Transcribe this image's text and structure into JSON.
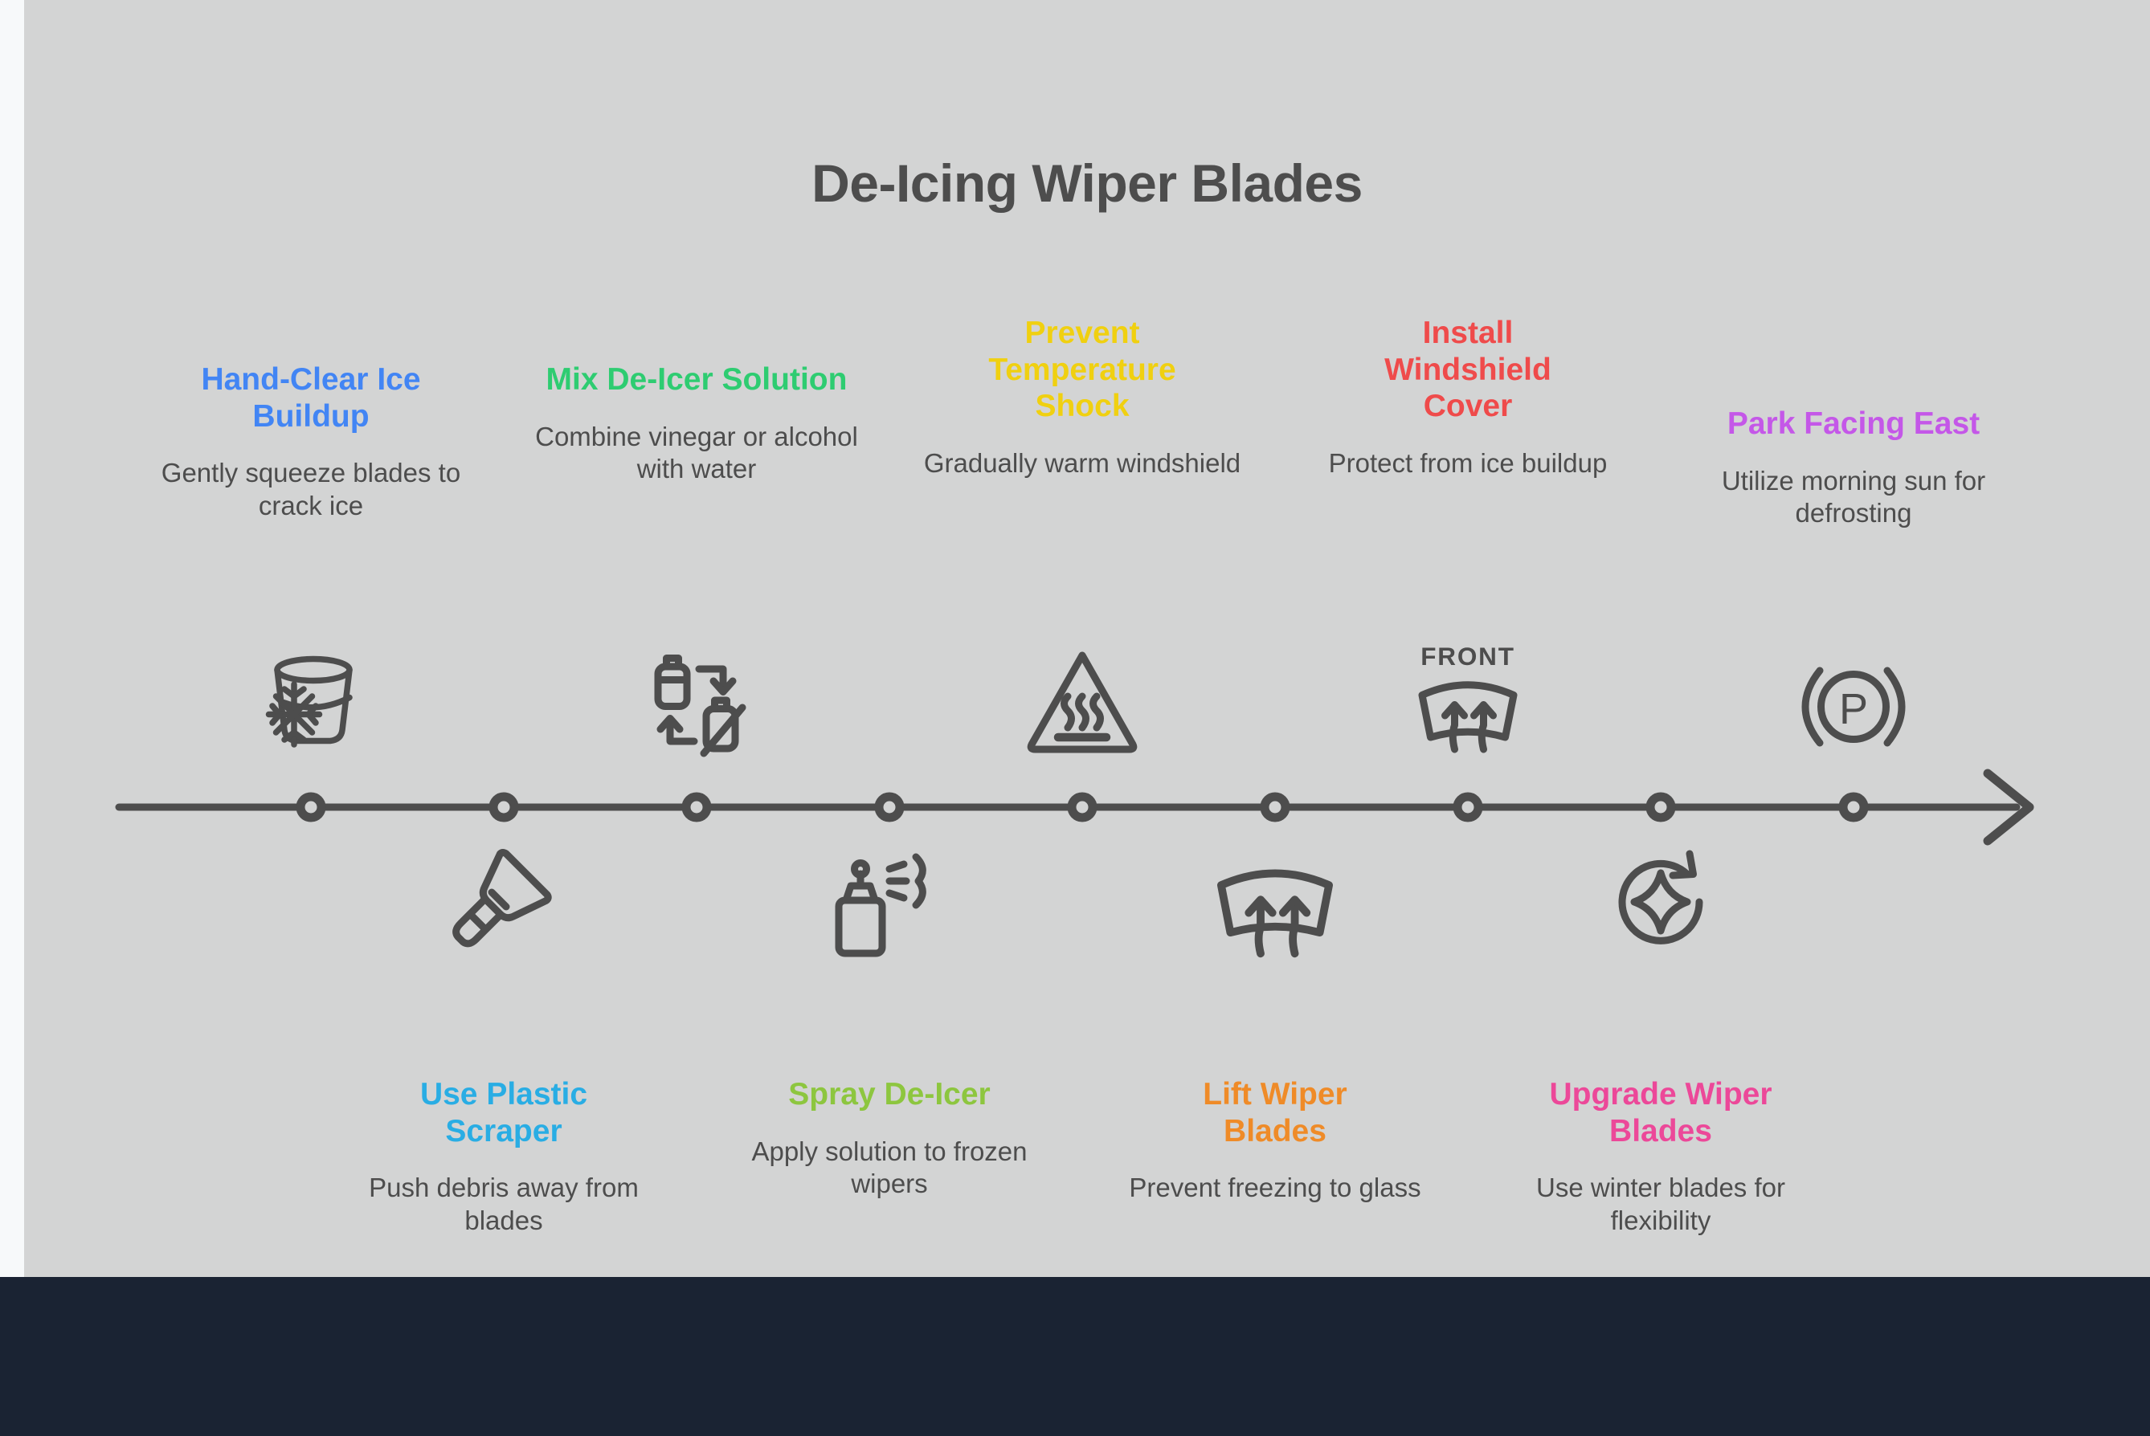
{
  "canvas": {
    "background": "#d3d4d4",
    "page_background": "#f7f9fa",
    "bottom_bar_color": "#1a2333",
    "line_color": "#4d4d4d"
  },
  "header": {
    "title": "De-Icing Wiper Blades",
    "title_color": "#4d4d4d"
  },
  "timeline": {
    "arrow_direction": "right",
    "node_count": 9,
    "marker_shape": "ring"
  },
  "nodes": [
    {
      "index": 1,
      "position": "top",
      "title": "Hand-Clear Ice Buildup",
      "description": "Gently squeeze blades to crack ice",
      "color": "#4285f4",
      "icon": "bucket-snowflake-icon"
    },
    {
      "index": 2,
      "position": "bottom",
      "title": "Use Plastic Scraper",
      "description": "Push debris away from blades",
      "color": "#29ade4",
      "icon": "scraper-icon"
    },
    {
      "index": 3,
      "position": "top",
      "title": "Mix De-Icer Solution",
      "description": "Combine vinegar or alcohol with water",
      "color": "#2ecc71",
      "icon": "bottle-swap-icon"
    },
    {
      "index": 4,
      "position": "bottom",
      "title": "Spray De-Icer",
      "description": "Apply solution to frozen wipers",
      "color": "#8dc63f",
      "icon": "spray-bottle-icon"
    },
    {
      "index": 5,
      "position": "top",
      "title": "Prevent Temperature Shock",
      "description": "Gradually warm windshield",
      "color": "#f0d010",
      "icon": "hot-surface-warning-icon"
    },
    {
      "index": 6,
      "position": "bottom",
      "title": "Lift Wiper Blades",
      "description": "Prevent freezing to glass",
      "color": "#ef8b28",
      "icon": "windshield-defrost-icon"
    },
    {
      "index": 7,
      "position": "top",
      "title": "Install Windshield Cover",
      "description": "Protect from ice buildup",
      "color": "#ef4b4b",
      "icon": "front-windshield-defrost-icon"
    },
    {
      "index": 8,
      "position": "bottom",
      "title": "Upgrade Wiper Blades",
      "description": "Use winter blades for flexibility",
      "color": "#ec4899",
      "icon": "sparkle-refresh-icon"
    },
    {
      "index": 9,
      "position": "top",
      "title": "Park Facing East",
      "description": "Utilize morning sun for defrosting",
      "color": "#c457e8",
      "icon": "parking-brake-icon"
    }
  ],
  "icon_labels": {
    "front": "FRONT",
    "parking": "P"
  }
}
